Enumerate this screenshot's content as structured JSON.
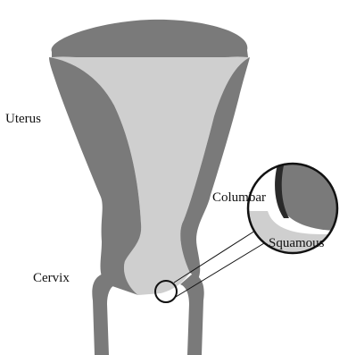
{
  "labels": {
    "uterus": "Uterus",
    "cervix": "Cervix",
    "columbar": "Columbar",
    "squamous": "Squamous"
  },
  "colors": {
    "dark_tissue": "#7a7a7a",
    "light_tissue": "#cfcfcf",
    "outline": "#111111",
    "columnar_stripe": "#2a2a2a",
    "background": "#ffffff"
  }
}
